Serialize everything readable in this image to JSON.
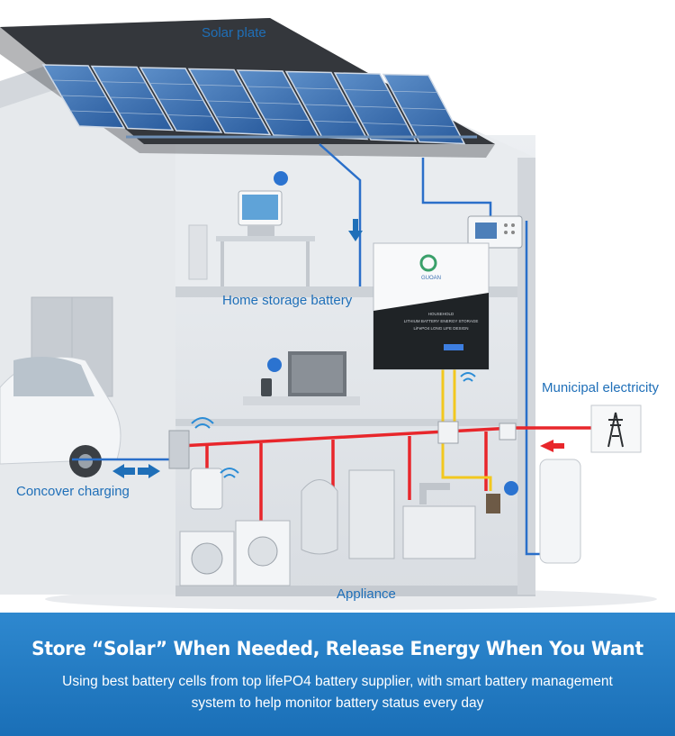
{
  "labels": {
    "solar_plate": "Solar plate",
    "home_storage_battery": "Home storage battery",
    "municipal_electricity": "Municipal electricity",
    "concover_charging": "Concover charging",
    "appliance": "Appliance"
  },
  "battery": {
    "brand": "GUOAN",
    "line1": "HOUSEHOLD",
    "line2": "LITHIUM BATTERY ENERGY STORAGE",
    "line3": "LiFePO4 LONG LIFE DESIGN"
  },
  "banner": {
    "headline": "Store “Solar” When Needed, Release Energy When You Want",
    "line1": "Using best battery cells from top lifePO4 battery supplier, with smart battery management",
    "line2": "system to help monitor battery status every day"
  },
  "colors": {
    "accent_blue": "#1f6fb8",
    "banner_blue": "#1a6fb7",
    "dc_line": "#e8262b",
    "ac_line": "#f2c81f",
    "signal_line": "#2a6fc9"
  }
}
